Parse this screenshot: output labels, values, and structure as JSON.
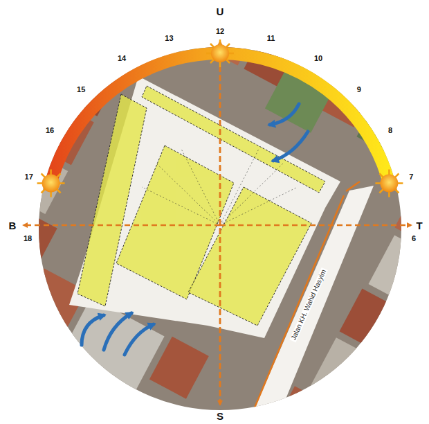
{
  "diagram": {
    "labels": [
      "U",
      "12",
      "13",
      "14",
      "15",
      "16",
      "17",
      "11",
      "10",
      "9",
      "8",
      "7",
      "B",
      "18",
      "T",
      "6",
      "S",
      "Jalan KH. Wahid Hasyim"
    ]
  }
}
